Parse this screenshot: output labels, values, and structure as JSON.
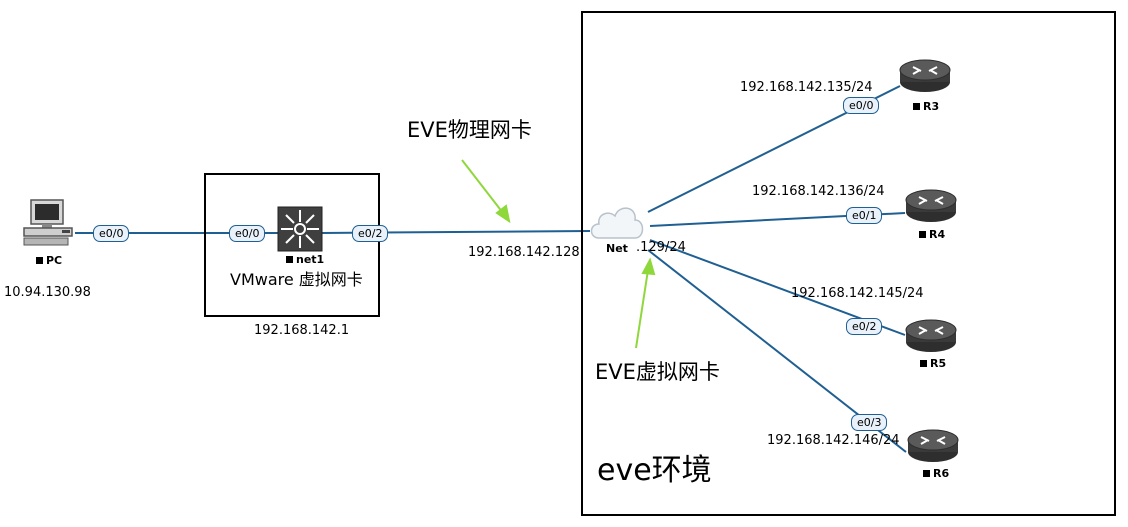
{
  "colors": {
    "link": "#1f5f92",
    "arrow": "#8fd83c",
    "router": "#3a3a3a",
    "frame": "#000000"
  },
  "host": {
    "pc": {
      "name": "PC",
      "ip": "10.94.130.98",
      "port": "e0/0",
      "icon": "desktop-pc-icon"
    },
    "vmware": {
      "switch_name": "net1",
      "caption": "VMware 虚拟网卡",
      "ip": "192.168.142.1",
      "port_in": "e0/0",
      "port_out": "e0/2",
      "icon": "l3-switch-icon"
    },
    "link_ip": "192.168.142.128"
  },
  "annotations": {
    "physical": "EVE物理网卡",
    "virtual": "EVE虚拟网卡",
    "environment": "eve环境"
  },
  "cloud": {
    "name": "Net",
    "ip_suffix": ".129/24",
    "icon": "cloud-icon"
  },
  "routers": [
    {
      "name": "R3",
      "ip": "192.168.142.135/24",
      "port": "e0/0",
      "icon": "router-icon"
    },
    {
      "name": "R4",
      "ip": "192.168.142.136/24",
      "port": "e0/1",
      "icon": "router-icon"
    },
    {
      "name": "R5",
      "ip": "192.168.142.145/24",
      "port": "e0/2",
      "icon": "router-icon"
    },
    {
      "name": "R6",
      "ip": "192.168.142.146/24",
      "port": "e0/3",
      "icon": "router-icon"
    }
  ]
}
